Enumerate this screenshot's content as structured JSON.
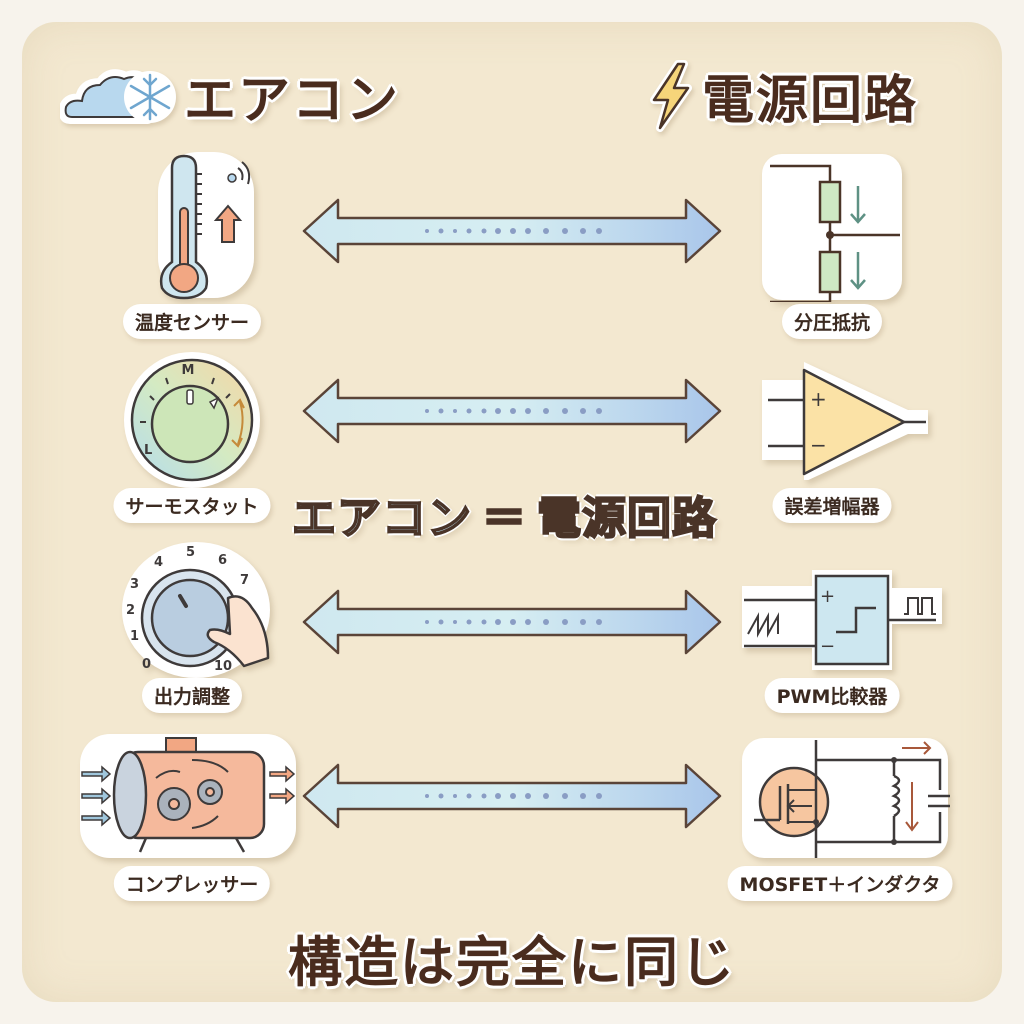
{
  "header": {
    "left": {
      "icon": "cloud-snowflake-icon",
      "title": "エアコン"
    },
    "right": {
      "icon": "lightning-bolt-icon",
      "title": "電源回路"
    }
  },
  "rows": [
    {
      "left": {
        "icon": "thermometer-icon",
        "label": "温度センサー"
      },
      "connector": "bidirectional-arrow",
      "right": {
        "icon": "voltage-divider-icon",
        "label": "分圧抵抗"
      }
    },
    {
      "left": {
        "icon": "thermostat-dial-icon",
        "label": "サーモスタット",
        "dial_marks": [
          "L",
          "M"
        ]
      },
      "connector": "bidirectional-arrow",
      "right": {
        "icon": "op-amp-icon",
        "label": "誤差増幅器",
        "inputs": [
          "+",
          "−"
        ]
      }
    },
    {
      "left": {
        "icon": "output-knob-icon",
        "label": "出力調整",
        "scale": [
          "0",
          "1",
          "2",
          "3",
          "4",
          "5",
          "6",
          "7",
          "10"
        ]
      },
      "connector": "bidirectional-arrow",
      "right": {
        "icon": "pwm-comparator-icon",
        "label": "PWM比較器",
        "inputs": [
          "+",
          "−"
        ]
      }
    },
    {
      "left": {
        "icon": "compressor-icon",
        "label": "コンプレッサー"
      },
      "connector": "bidirectional-arrow",
      "right": {
        "icon": "mosfet-inductor-icon",
        "label": "MOSFET＋インダクタ"
      }
    }
  ],
  "center_equation": {
    "left": "エアコン",
    "sign": "＝",
    "right": "電源回路"
  },
  "footer": {
    "text": "構造は完全に同じ"
  },
  "colors": {
    "background": "#f3e8d0",
    "text_dark": "#4a2c1e",
    "arrow_fill": "#cfe6ef",
    "arrow_dots": "#8a9dc4",
    "accent_orange": "#f2a783",
    "accent_green": "#cfe8c4",
    "accent_yellow": "#fbe2a6",
    "accent_blue": "#cde7f0"
  }
}
